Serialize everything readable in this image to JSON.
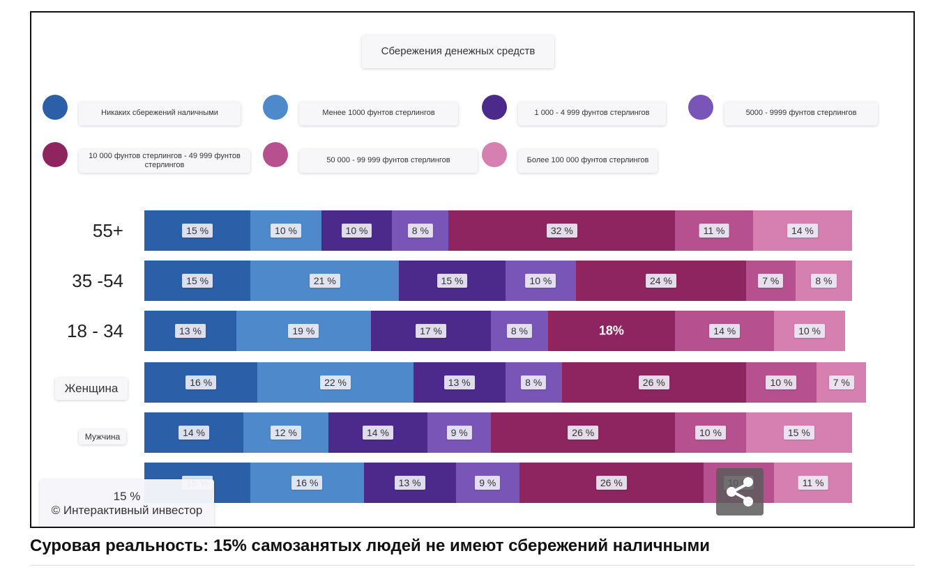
{
  "chart_data": {
    "type": "bar",
    "orientation": "horizontal-stacked",
    "title": "Сбережения денежных средств",
    "categories": [
      "55+",
      "35 -54",
      "18 - 34",
      "Женщина",
      "Мужчина",
      ""
    ],
    "series": [
      {
        "name": "Никаких сбережений наличными",
        "color": "#2b60a8",
        "values": [
          15,
          15,
          13,
          16,
          14,
          15
        ]
      },
      {
        "name": "Менее 1000 фунтов стерлингов",
        "color": "#4e8acb",
        "values": [
          10,
          21,
          19,
          22,
          12,
          16
        ]
      },
      {
        "name": "1 000 - 4 999 фунтов стерлингов",
        "color": "#4b2a8c",
        "values": [
          10,
          15,
          17,
          13,
          14,
          13
        ]
      },
      {
        "name": "5000 - 9999 фунтов стерлингов",
        "color": "#7a55b8",
        "values": [
          8,
          10,
          8,
          8,
          9,
          9
        ]
      },
      {
        "name": "10 000 фунтов стерлингов - 49 999 фунтов стерлингов",
        "color": "#8e2560",
        "values": [
          32,
          24,
          18,
          26,
          26,
          26
        ]
      },
      {
        "name": "50 000 - 99 999 фунтов стерлингов",
        "color": "#b7508f",
        "values": [
          11,
          7,
          14,
          10,
          10,
          10
        ]
      },
      {
        "name": "Более 100 000 фунтов стерлингов",
        "color": "#d67fb1",
        "values": [
          14,
          8,
          10,
          7,
          15,
          11
        ]
      }
    ],
    "value_labels": [
      [
        "15 %",
        "10 %",
        "10 %",
        "8 %",
        "32 %",
        "11 %",
        "14 %"
      ],
      [
        "15 %",
        "21 %",
        "15 %",
        "10 %",
        "24 %",
        "7 %",
        "8 %"
      ],
      [
        "13 %",
        "19 %",
        "17 %",
        "8 %",
        "18%",
        "14 %",
        "10 %"
      ],
      [
        "16 %",
        "22 %",
        "13 %",
        "8 %",
        "26 %",
        "10 %",
        "7 %"
      ],
      [
        "14 %",
        "12 %",
        "14 %",
        "9 %",
        "26 %",
        "10 %",
        "15 %"
      ],
      [
        "15 %",
        "16 %",
        "13 %",
        "9 %",
        "26 %",
        "10 %",
        "11 %"
      ]
    ],
    "xlim": [
      0,
      100
    ],
    "legend_position": "top",
    "grid": false
  },
  "credit": {
    "value": "15 %",
    "text": "© Интерактивный инвестор"
  },
  "caption": "Суровая реальность: 15% самозанятых людей не имеют сбережений наличными"
}
